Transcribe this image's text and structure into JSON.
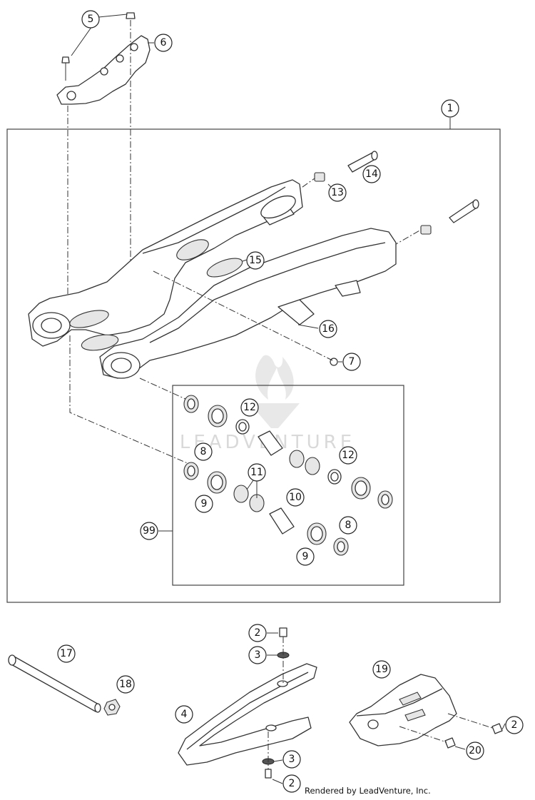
{
  "callouts": [
    {
      "id": "c1",
      "text": "1"
    },
    {
      "id": "c2a",
      "text": "2"
    },
    {
      "id": "c2b",
      "text": "2"
    },
    {
      "id": "c2c",
      "text": "2"
    },
    {
      "id": "c3a",
      "text": "3"
    },
    {
      "id": "c3b",
      "text": "3"
    },
    {
      "id": "c4",
      "text": "4"
    },
    {
      "id": "c5",
      "text": "5"
    },
    {
      "id": "c6",
      "text": "6"
    },
    {
      "id": "c7",
      "text": "7"
    },
    {
      "id": "c8a",
      "text": "8"
    },
    {
      "id": "c8b",
      "text": "8"
    },
    {
      "id": "c9a",
      "text": "9"
    },
    {
      "id": "c9b",
      "text": "9"
    },
    {
      "id": "c10",
      "text": "10"
    },
    {
      "id": "c11",
      "text": "11"
    },
    {
      "id": "c12a",
      "text": "12"
    },
    {
      "id": "c12b",
      "text": "12"
    },
    {
      "id": "c13",
      "text": "13"
    },
    {
      "id": "c14",
      "text": "14"
    },
    {
      "id": "c15",
      "text": "15"
    },
    {
      "id": "c16",
      "text": "16"
    },
    {
      "id": "c17",
      "text": "17"
    },
    {
      "id": "c18",
      "text": "18"
    },
    {
      "id": "c19",
      "text": "19"
    },
    {
      "id": "c20",
      "text": "20"
    },
    {
      "id": "c99",
      "text": "99"
    }
  ],
  "watermark": "LEADVENTURE",
  "footer": {
    "credit": "Rendered by LeadVenture, Inc."
  }
}
